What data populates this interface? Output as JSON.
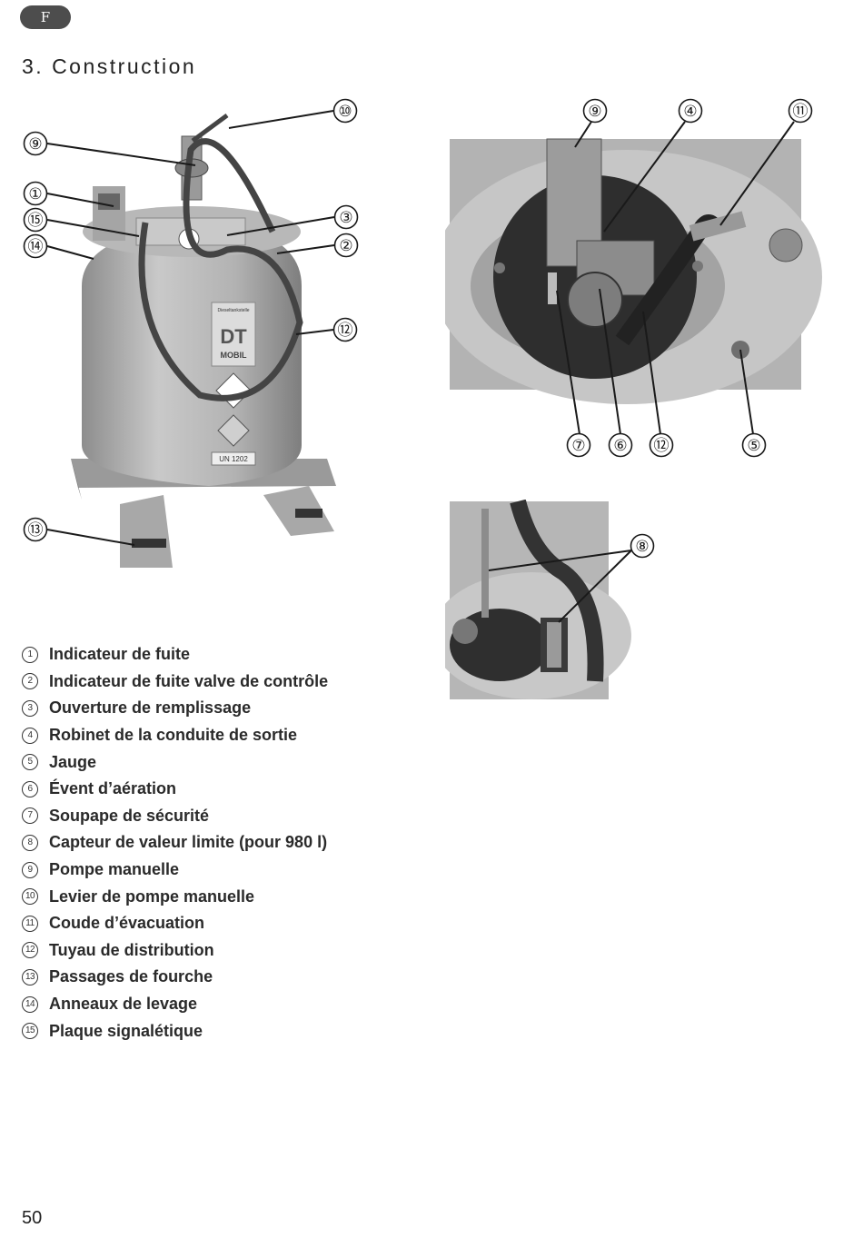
{
  "header": {
    "language_tab": "F"
  },
  "section": {
    "title": "3. Construction"
  },
  "figures": {
    "tank_photo": {
      "callouts": [
        "⑩",
        "⑨",
        "①",
        "⑮",
        "⑭",
        "③",
        "②",
        "⑫",
        "⑬"
      ],
      "tank_labels": {
        "brand_small": "Dieseltankstelle",
        "brand": "DT",
        "brand_sub": "MOBIL",
        "un_plate": "UN 1202"
      }
    },
    "top_closeup": {
      "callouts": [
        "⑨",
        "④",
        "⑪",
        "⑦",
        "⑥",
        "⑫",
        "⑤"
      ]
    },
    "sensor_closeup": {
      "callouts": [
        "⑧"
      ]
    }
  },
  "legend": [
    {
      "num": "1",
      "label": "Indicateur de fuite"
    },
    {
      "num": "2",
      "label": "Indicateur de fuite valve de contrôle"
    },
    {
      "num": "3",
      "label": "Ouverture de remplissage"
    },
    {
      "num": "4",
      "label": "Robinet de la conduite de sortie"
    },
    {
      "num": "5",
      "label": "Jauge"
    },
    {
      "num": "6",
      "label": "Évent d’aération"
    },
    {
      "num": "7",
      "label": "Soupape de sécurité"
    },
    {
      "num": "8",
      "label": "Capteur de valeur limite (pour 980 l)"
    },
    {
      "num": "9",
      "label": "Pompe manuelle"
    },
    {
      "num": "10",
      "label": "Levier de pompe manuelle"
    },
    {
      "num": "11",
      "label": "Coude d’évacuation"
    },
    {
      "num": "12",
      "label": "Tuyau de distribution"
    },
    {
      "num": "13",
      "label": "Passages de fourche"
    },
    {
      "num": "14",
      "label": "Anneaux de levage"
    },
    {
      "num": "15",
      "label": "Plaque signalétique"
    }
  ],
  "footer": {
    "page_number": "50"
  }
}
